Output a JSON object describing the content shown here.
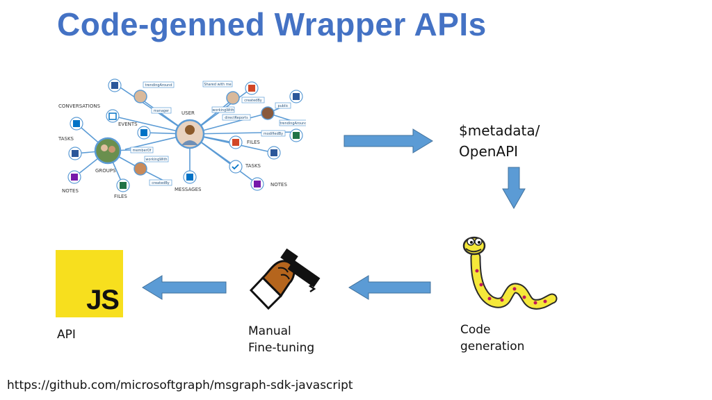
{
  "slide": {
    "title": "Code-genned Wrapper APIs",
    "url": "https://github.com/microsoftgraph/msgraph-sdk-javascript"
  },
  "steps": {
    "metadata": {
      "line1": "$metadata/",
      "line2": "OpenAPI"
    },
    "codegen": {
      "line1": "Code",
      "line2": "generation"
    },
    "manual": {
      "line1": "Manual",
      "line2": "Fine-tuning"
    },
    "api": {
      "label": "API",
      "logo_text": "JS"
    }
  },
  "graph": {
    "nodes": {
      "user": "USER",
      "conversations": "CONVERSATIONS",
      "events": "EVENTS",
      "tasks_left": "TASKS",
      "groups": "GROUPS",
      "notes_left": "NOTES",
      "files_left": "FILES",
      "messages": "MESSAGES",
      "files_right": "FILES",
      "tasks_right": "TASKS",
      "notes_right": "NOTES"
    },
    "edges": {
      "trending_top": "trendingAround",
      "manager": "manager",
      "shared": "Shared with me",
      "created_top": "createdBy",
      "public": "public",
      "working_with": "workingWith",
      "direct_reports": "directReports",
      "trending_right": "trendingAround",
      "modified_by": "modifiedBy",
      "member_of": "memberOf",
      "working_with_2": "workingWith",
      "created_bottom": "createdBy"
    }
  },
  "colors": {
    "title": "#4472C4",
    "arrow": "#5B9BD5",
    "arrow_stroke": "#41719C",
    "js_bg": "#F7DF1E",
    "graph_line": "#5B9BD5"
  }
}
